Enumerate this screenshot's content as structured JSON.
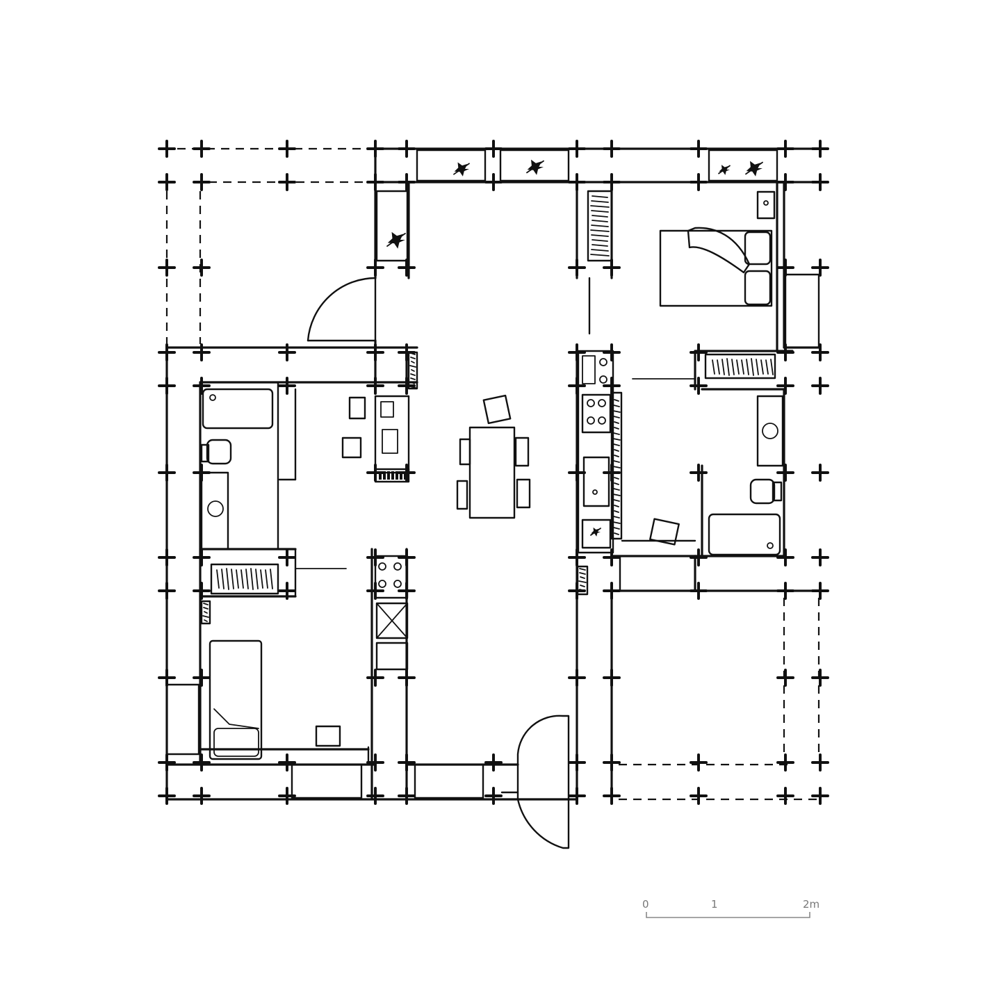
{
  "scale_bar": {
    "tick_0": "0",
    "tick_1": "1",
    "tick_2": "2m"
  }
}
